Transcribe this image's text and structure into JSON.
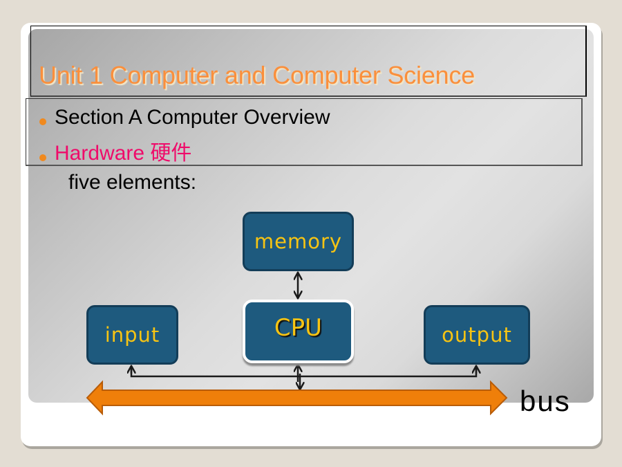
{
  "slide": {
    "title": "Unit 1 Computer and Computer Science",
    "bullets": [
      {
        "text": "Section A  Computer Overview",
        "color": "#000000"
      },
      {
        "text": "Hardware 硬件",
        "color": "#ef0b6a"
      }
    ],
    "subtext": "five elements:",
    "colors": {
      "title": "#fa8f3c",
      "bullet": "#f0891e",
      "node_fill": "#1e5a7e",
      "node_text": "#f7c413",
      "bus": "#ef7f0a"
    }
  },
  "diagram": {
    "nodes": {
      "memory": "memory",
      "cpu": "CPU",
      "input": "input",
      "output": "output"
    },
    "bus_label": "bus",
    "connections": [
      {
        "from": "memory",
        "to": "cpu",
        "type": "bidirectional"
      },
      {
        "from": "cpu",
        "to": "bus",
        "type": "bidirectional"
      },
      {
        "from": "bus",
        "to": "input",
        "type": "arrow"
      },
      {
        "from": "bus",
        "to": "output",
        "type": "arrow"
      }
    ]
  }
}
